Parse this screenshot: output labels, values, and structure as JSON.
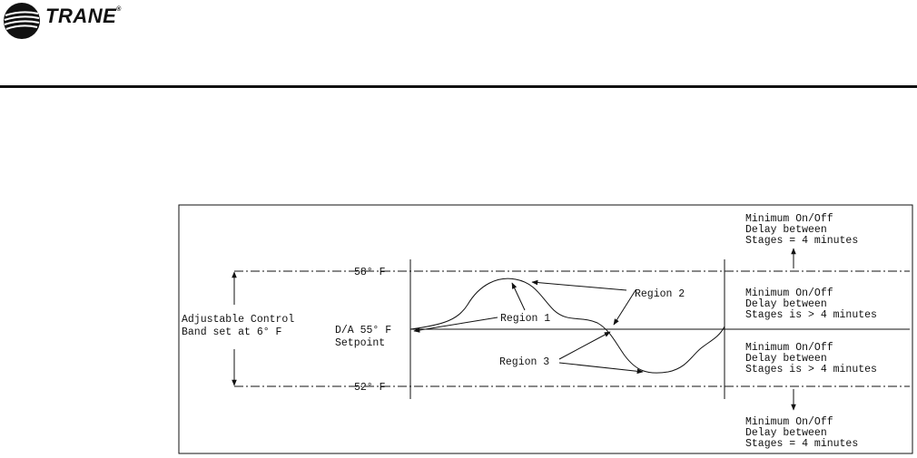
{
  "brand": {
    "name": "TRANE",
    "trademark": "®"
  },
  "diagram": {
    "band_upper": "58° F",
    "band_lower": "52° F",
    "band_label": [
      "Adjustable Control",
      "Band set at 6° F"
    ],
    "setpoint_label": [
      "D/A 55° F",
      "Setpoint"
    ],
    "region1": "Region 1",
    "region2": "Region 2",
    "region3": "Region 3",
    "note_top": [
      "Minimum On/Off",
      "Delay between",
      "Stages = 4 minutes"
    ],
    "note_upper": [
      "Minimum On/Off",
      "Delay between",
      "Stages is > 4 minutes"
    ],
    "note_lower": [
      "Minimum On/Off",
      "Delay between",
      "Stages is > 4 minutes"
    ],
    "note_bottom": [
      "Minimum On/Off",
      "Delay between",
      "Stages = 4 minutes"
    ]
  }
}
